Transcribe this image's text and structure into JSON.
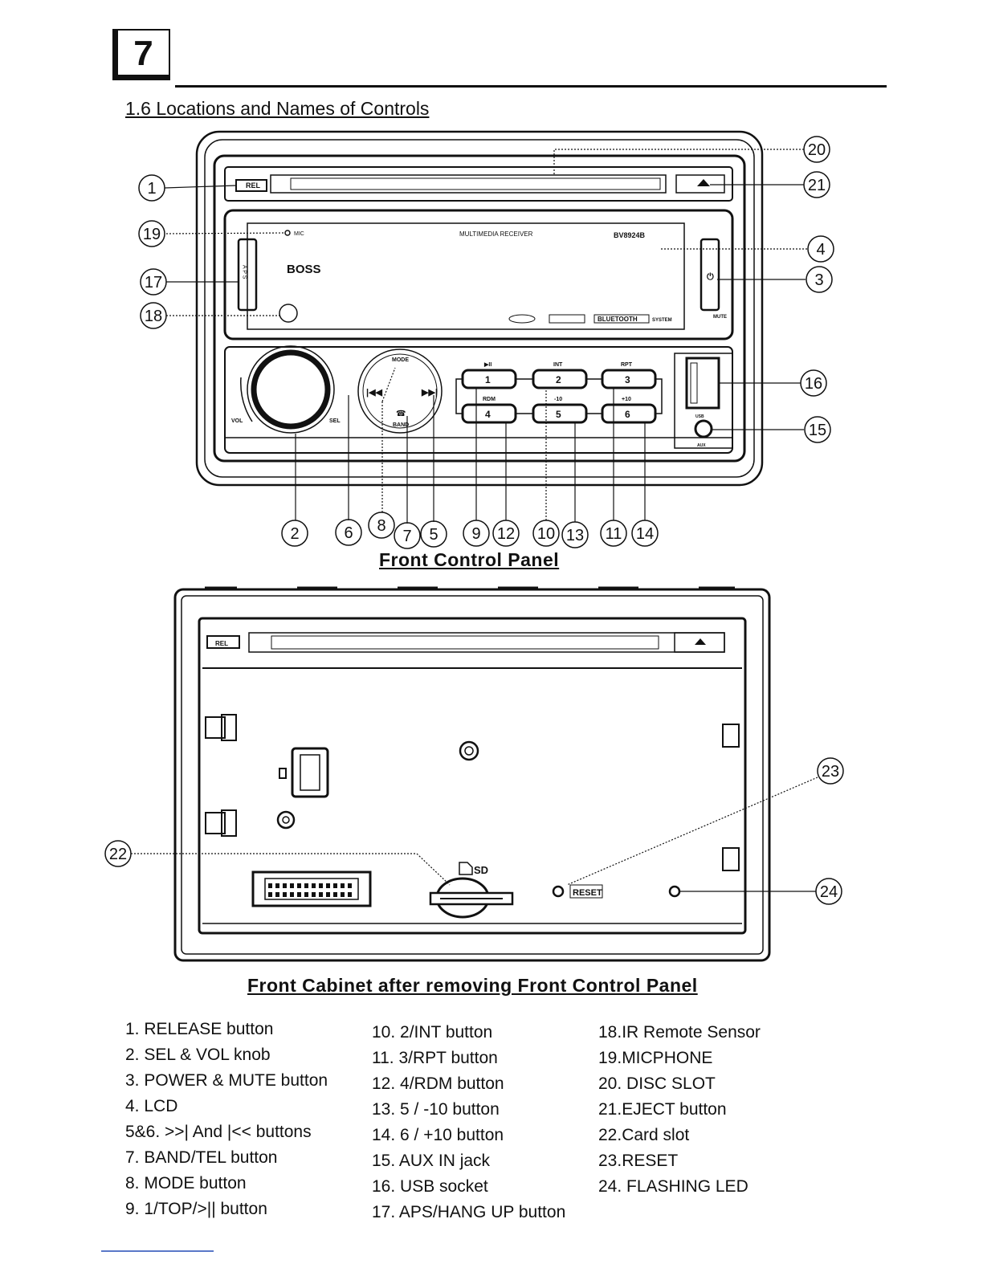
{
  "page_number": "7",
  "section_title": "1.6 Locations and Names of Controls",
  "captions": {
    "front_panel": "Front Control Panel",
    "cabinet": "Front Cabinet after removing Front Control Panel"
  },
  "device_labels": {
    "rel": "REL",
    "mic": "MIC",
    "multimedia": "MULTIMEDIA RECEIVER",
    "model": "BV8924B",
    "brand": "BOSS",
    "aps": "A P S",
    "mute": "MUTE",
    "mode": "MODE",
    "band": "BAND",
    "vol": "VOL",
    "sel": "SEL",
    "play": "▶II",
    "int": "INT",
    "rpt": "RPT",
    "rdm": "RDM",
    "minus10": "-10",
    "plus10": "+10",
    "usb": "USB",
    "aux": "AUX",
    "bluetooth": "BLUETOOTH",
    "system": "SYSTEM",
    "sd": "SD",
    "reset": "RESET",
    "keys": [
      "1",
      "2",
      "3",
      "4",
      "5",
      "6"
    ]
  },
  "callout_numbers": [
    "1",
    "2",
    "3",
    "4",
    "5",
    "6",
    "7",
    "8",
    "9",
    "10",
    "11",
    "12",
    "13",
    "14",
    "15",
    "16",
    "17",
    "18",
    "19",
    "20",
    "21",
    "22",
    "23",
    "24"
  ],
  "legend": {
    "col1": [
      "1.  RELEASE button",
      "2.  SEL & VOL knob",
      "3. POWER & MUTE button",
      "4.  LCD",
      "5&6. >>| And |<< buttons",
      "7.  BAND/TEL button",
      "8.  MODE button",
      "9.  1/TOP/>|| button"
    ],
    "col2": [
      "10. 2/INT button",
      "11. 3/RPT button",
      "12. 4/RDM button",
      "13. 5 / -10 button",
      "14. 6 / +10 button",
      "15. AUX IN jack",
      "16. USB socket",
      "17. APS/HANG UP  button"
    ],
    "col3": [
      "18.IR Remote Sensor",
      "19.MICPHONE",
      "20. DISC SLOT",
      "21.EJECT button",
      "22.Card slot",
      "23.RESET",
      "24. FLASHING LED"
    ]
  }
}
